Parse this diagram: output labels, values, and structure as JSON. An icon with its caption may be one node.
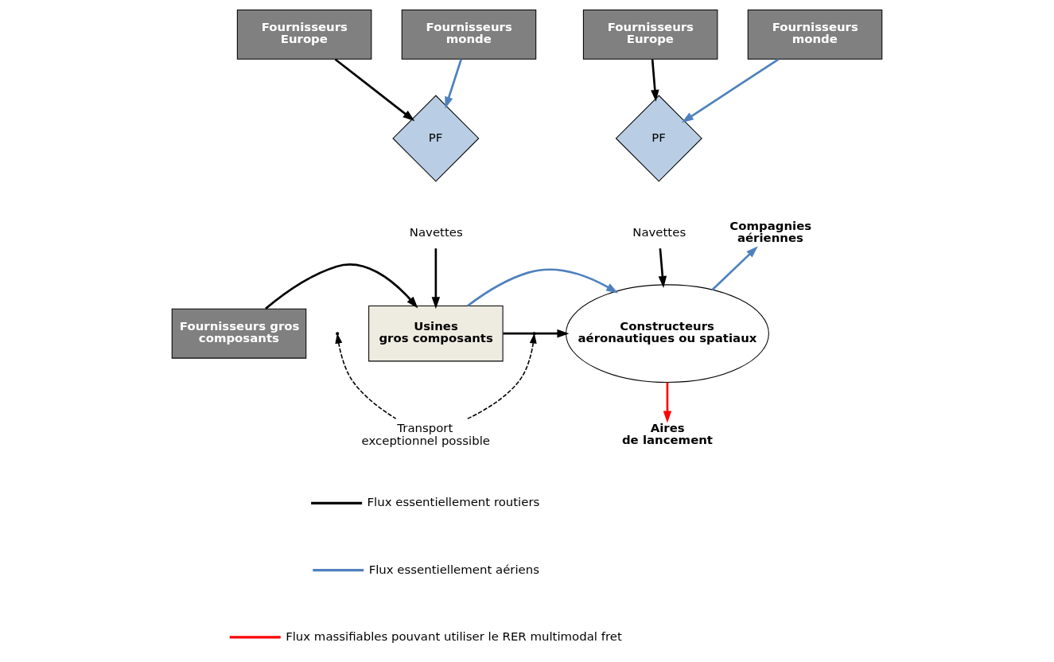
{
  "diagram": {
    "nodes": [
      {
        "text": [
          "Fournisseurs Europe"
        ]
      },
      {
        "text": [
          "Fournisseurs monde"
        ]
      },
      {
        "text": [
          "PF"
        ]
      },
      {
        "text": [
          "Fournisseurs Europe"
        ]
      },
      {
        "text": [
          "Fournisseurs monde"
        ]
      },
      {
        "text": [
          "PF"
        ]
      },
      {
        "text": [
          "Navettes"
        ]
      },
      {
        "text": [
          "Fournisseurs gros composants"
        ]
      },
      {
        "text": [
          "Usines gros composants"
        ]
      },
      {
        "text": [
          "Navettes"
        ]
      },
      {
        "text": [
          "Constructeurs aéronautiques ou spatiaux"
        ]
      },
      {
        "text": [
          "Compagnies aériennes"
        ]
      },
      {
        "text": [
          "Aires de lancement"
        ]
      },
      {
        "text": [
          "Transport exceptionnel possible"
        ]
      }
    ],
    "edges": [
      {
        "from": 0,
        "to": 2,
        "arrow": "to"
      },
      {
        "from": 1,
        "to": 2,
        "arrow": "to",
        "color": "#4f81bd"
      },
      {
        "from": 3,
        "to": 5,
        "arrow": "to"
      },
      {
        "from": 4,
        "to": 5,
        "arrow": "to",
        "color": "#4f81bd"
      },
      {
        "from": 6,
        "to": 8,
        "arrow": "to"
      },
      {
        "from": 9,
        "to": 10,
        "arrow": "to"
      },
      {
        "from": 7,
        "to": 8,
        "arrow": "to"
      },
      {
        "from": 8,
        "to": 10,
        "arrow": "to",
        "color": "#4f81bd"
      },
      {
        "from": 8,
        "to": 10,
        "arrow": "to"
      },
      {
        "from": 10,
        "to": 11,
        "arrow": "to",
        "color": "#4f81bd"
      },
      {
        "from": 10,
        "to": 12,
        "arrow": "to",
        "color": "#ff0000"
      },
      {
        "from": 13,
        "to": null,
        "arrow": "to",
        "style": "dashed"
      },
      {
        "from": 13,
        "to": null,
        "arrow": "to",
        "style": "dashed"
      }
    ],
    "legend": [
      {
        "text": "Flux essentiellement routiers"
      },
      {
        "text": "Flux essentiellement aériens"
      },
      {
        "text": "Flux massifiables pouvant utiliser le RER multimodal fret"
      }
    ]
  }
}
